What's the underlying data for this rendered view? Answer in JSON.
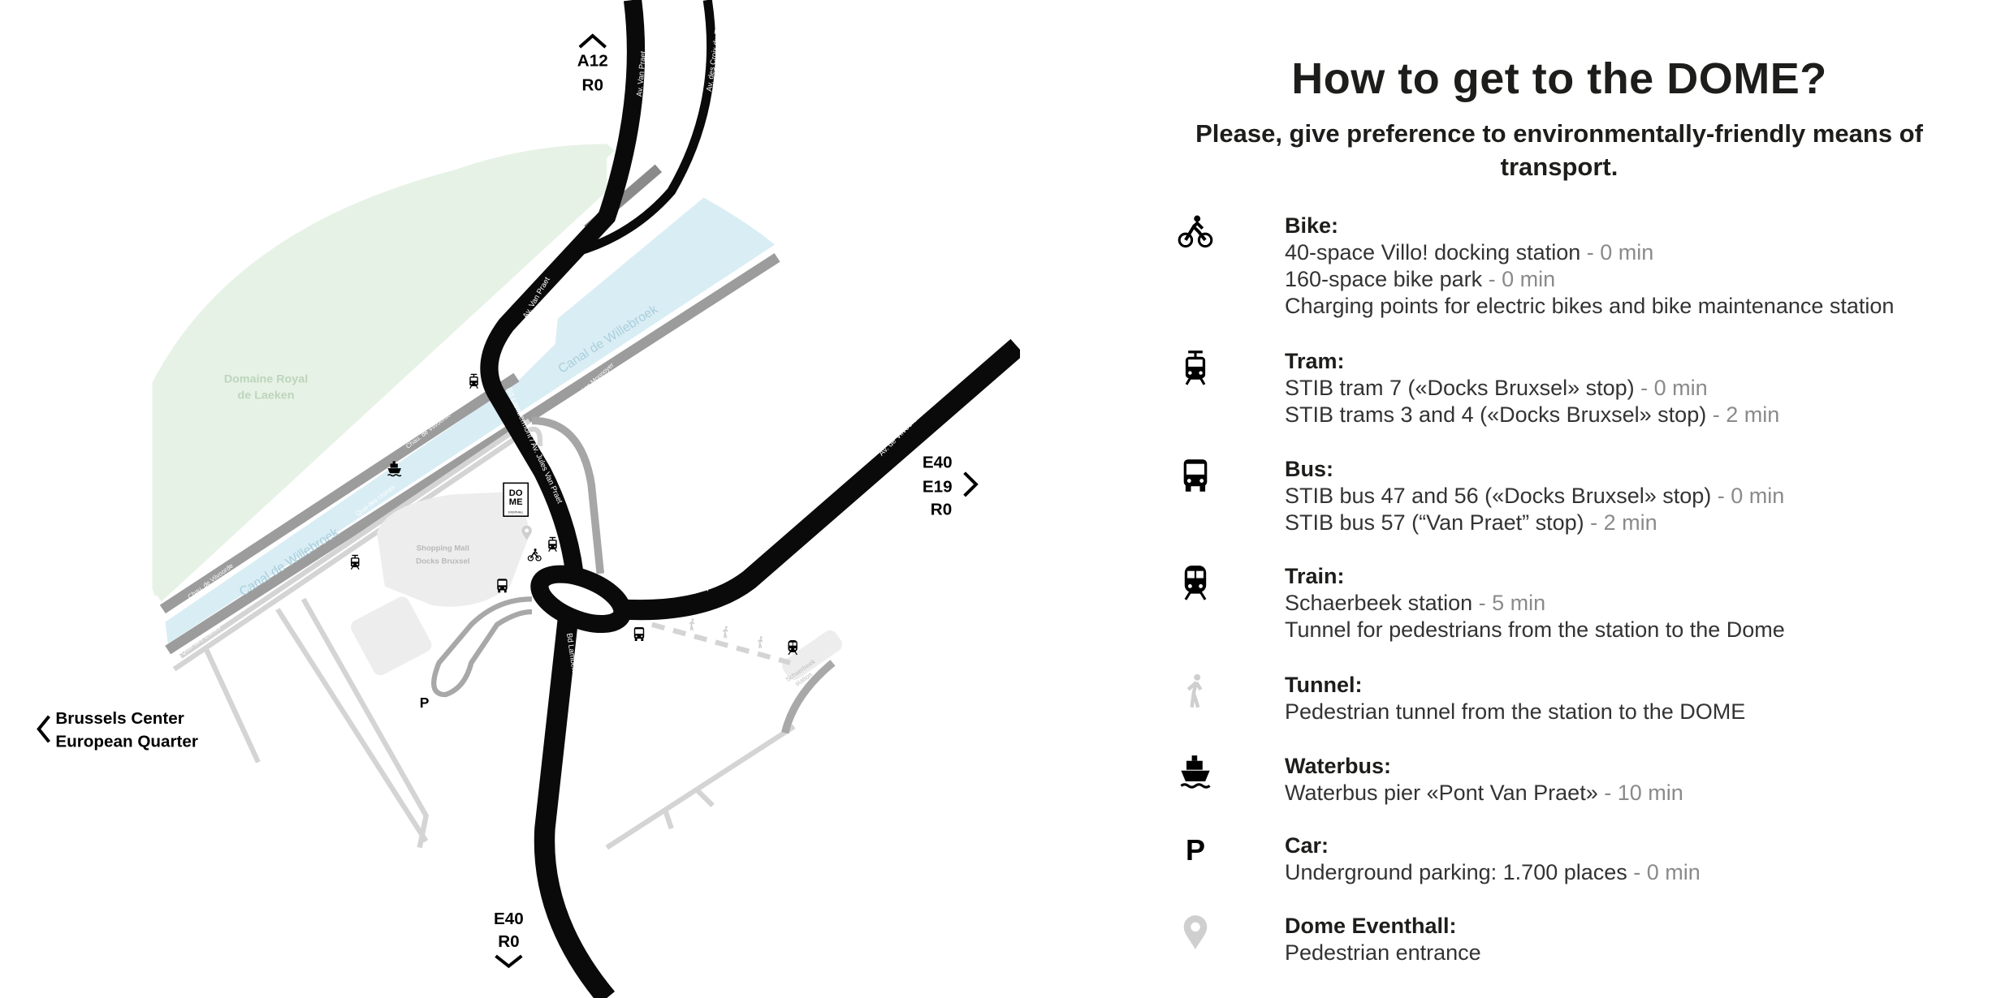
{
  "title": "How to get to the DOME?",
  "subtitle": "Please, give preference to environmentally-friendly means of transport.",
  "colors": {
    "road": "#0a0a0a",
    "canal": "#d9edf4",
    "park": "#e7f2e6",
    "secondary_road": "#9c9c9c",
    "minor_road": "#d4d4d4",
    "minutes": "#8a8a8a"
  },
  "items": [
    {
      "icon": "bike-icon",
      "heading": "Bike:",
      "lines": [
        {
          "text": "40-space Villo! docking station  ",
          "time": "- 0 min"
        },
        {
          "text": "160-space bike park ",
          "time": "- 0 min"
        },
        {
          "text": "Charging points for electric bikes and bike maintenance station",
          "time": ""
        }
      ]
    },
    {
      "icon": "tram-icon",
      "heading": "Tram:",
      "lines": [
        {
          "text": "STIB tram 7 («Docks Bruxsel» stop) ",
          "time": "- 0 min"
        },
        {
          "text": "STIB trams 3 and 4 («Docks Bruxsel» stop) ",
          "time": "- 2 min"
        }
      ]
    },
    {
      "icon": "bus-icon",
      "heading": "Bus:",
      "lines": [
        {
          "text": "STIB bus 47 and 56 («Docks Bruxsel» stop) ",
          "time": "- 0 min"
        },
        {
          "text": "STIB bus 57 (“Van Praet” stop) ",
          "time": "- 2 min"
        }
      ]
    },
    {
      "icon": "train-icon",
      "heading": "Train:",
      "lines": [
        {
          "text": "Schaerbeek station ",
          "time": "- 5 min"
        },
        {
          "text": "Tunnel for pedestrians from the station to the Dome",
          "time": ""
        }
      ]
    },
    {
      "icon": "pedestrian-icon",
      "heading": "Tunnel:",
      "lines": [
        {
          "text": "Pedestrian tunnel from the station to the DOME",
          "time": ""
        }
      ]
    },
    {
      "icon": "waterbus-icon",
      "heading": "Waterbus:",
      "lines": [
        {
          "text": "Waterbus pier «Pont Van Praet» ",
          "time": "- 10 min"
        }
      ]
    },
    {
      "icon": "parking-icon",
      "heading": "Car:",
      "lines": [
        {
          "text": "Underground parking: 1.700 places ",
          "time": "- 0 min"
        }
      ]
    },
    {
      "icon": "location-pin-icon",
      "heading": "Dome Eventhall:",
      "lines": [
        {
          "text": "Pedestrian entrance",
          "time": ""
        }
      ]
    }
  ],
  "map": {
    "park": [
      "Domaine Royal",
      "de Laeken"
    ],
    "mall": [
      "Shopping Mall",
      "Docks Bruxsel"
    ],
    "station": [
      "Schaerbeek",
      "station"
    ],
    "canal": "Canal de Willebroek",
    "streets": {
      "van_praet": "Av. Van Praet",
      "croix_du_feu": "Av. des Croix du Feu",
      "lambermont": "Bd Lambermont / Av. Jules Van Praet",
      "vilvoorde_av": "Av. de Vilvoorde",
      "vilvoorde_chau": "Chau. de Vilvoorde",
      "monnoyer": "Quai Léon Monnoyer",
      "usines": "Quai des Usines"
    },
    "parking_label": "P",
    "dome_logo": [
      "DO",
      "ME",
      "EVENTHALL"
    ],
    "directions": {
      "north": [
        "A12",
        "R0"
      ],
      "east": [
        "E40",
        "E19",
        "R0"
      ],
      "south": [
        "E40",
        "R0"
      ],
      "west": [
        "Brussels Center",
        "European Quarter"
      ]
    }
  }
}
